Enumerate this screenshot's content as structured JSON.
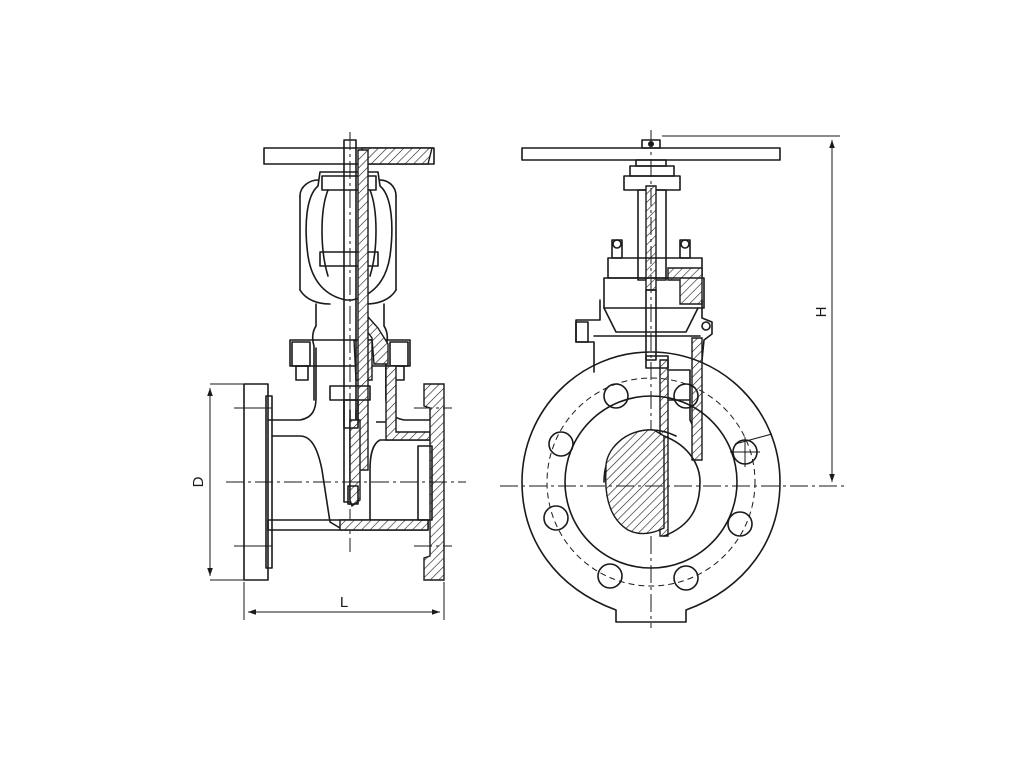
{
  "drawing": {
    "dimension_labels": {
      "diameter": "D",
      "length": "L",
      "height": "H"
    }
  }
}
